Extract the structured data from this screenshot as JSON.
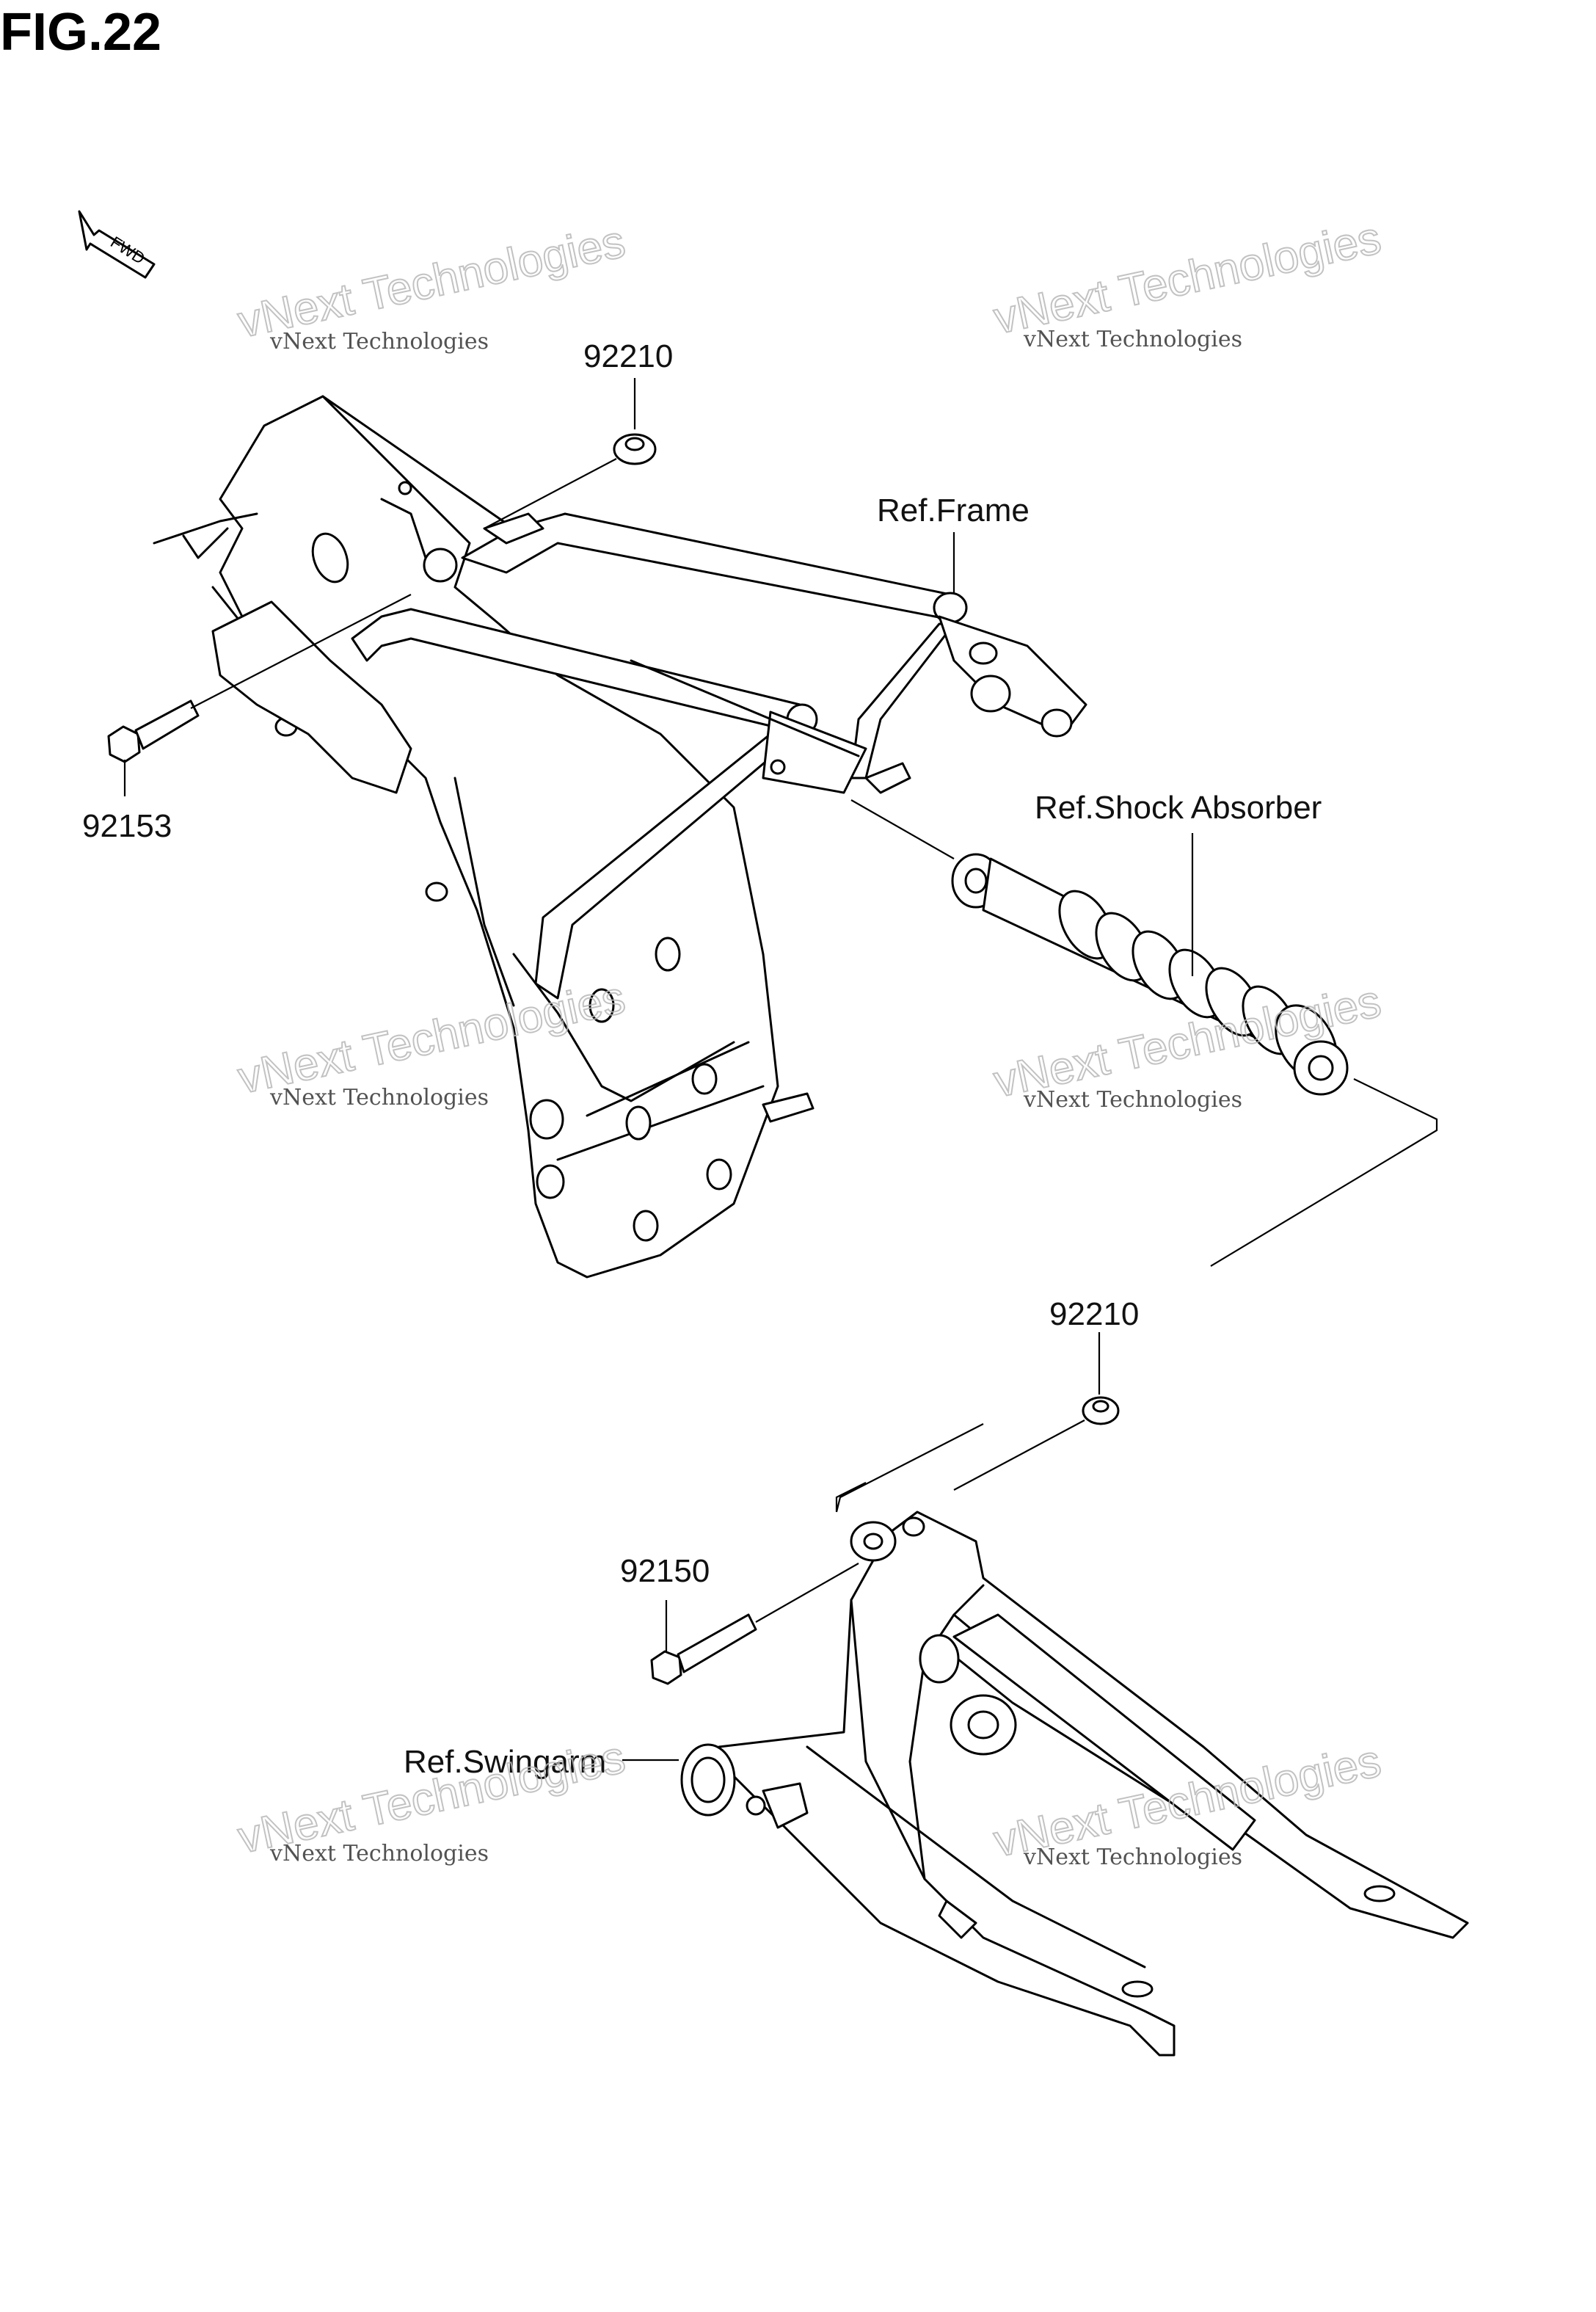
{
  "figure": {
    "title": "FIG.22",
    "fwd_text": "FWD"
  },
  "callouts": {
    "nut_top": "92210",
    "bolt_frame": "92153",
    "ref_frame": "Ref.Frame",
    "ref_shock": "Ref.Shock Absorber",
    "nut_bottom": "92210",
    "bolt_swingarm": "92150",
    "ref_swingarm": "Ref.Swingarm"
  },
  "watermark": {
    "line1": "vNext Technologies",
    "line2": "vNext Technologies"
  }
}
